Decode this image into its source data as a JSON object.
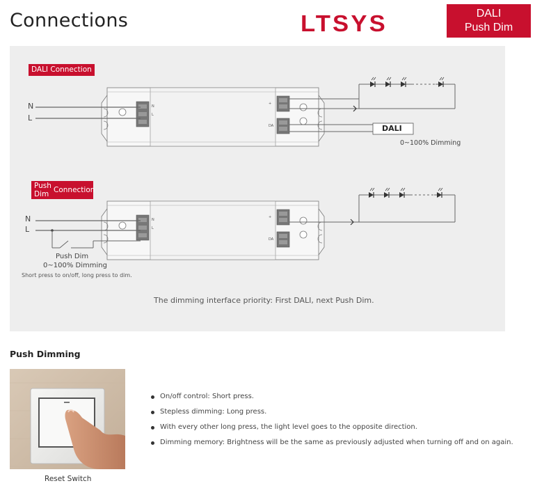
{
  "header": {
    "title": "Connections",
    "logo": "LTSYS",
    "badge_line1": "DALI",
    "badge_line2": "Push Dim"
  },
  "diagram": {
    "dali_tag": "DALI Connection",
    "push_tag_line1": "Push",
    "push_tag_line2": "Dim",
    "push_tag_line3": "Connection",
    "n_label": "N",
    "l_label": "L",
    "n_label2": "N",
    "l_label2": "L",
    "dali_box": "DALI",
    "dali_dimming": "0~100% Dimming",
    "push_dim": "Push Dim",
    "push_dimming": "0~100% Dimming",
    "push_note": "Short press to on/off, long press to dim.",
    "priority_note": "The dimming interface priority: First DALI, next Push Dim."
  },
  "push_dimming": {
    "heading": "Push Dimming",
    "caption": "Reset Switch",
    "bullets": [
      "On/off control: Short press.",
      "Stepless dimming: Long press.",
      "With every other long press, the light level goes to the opposite direction.",
      "Dimming memory: Brightness will be the same as previously adjusted when turning off and on again."
    ]
  },
  "colors": {
    "brand_red": "#c8102e",
    "panel_gray": "#eeeeee"
  }
}
